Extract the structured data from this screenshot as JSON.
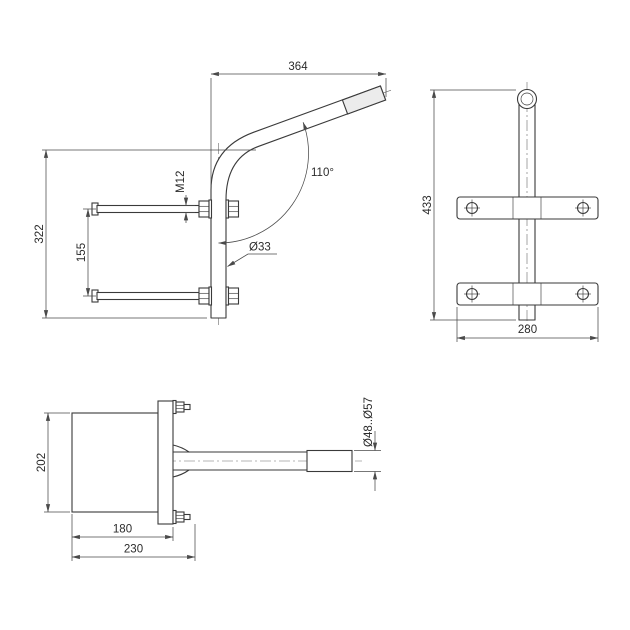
{
  "side_view": {
    "arm_length": "364",
    "overall_height": "322",
    "clamp_spacing": "155",
    "bolt_thread": "M12",
    "bend_angle": "110°",
    "arm_diameter": "Ø33"
  },
  "front_view": {
    "overall_height": "433",
    "clamp_width": "280"
  },
  "mount_view": {
    "body_height": "202",
    "body_width": "180",
    "overall_width": "230",
    "pole_diameter_range": "Ø48..Ø57"
  },
  "colors": {
    "line": "#3a3a3a",
    "background": "#ffffff"
  }
}
